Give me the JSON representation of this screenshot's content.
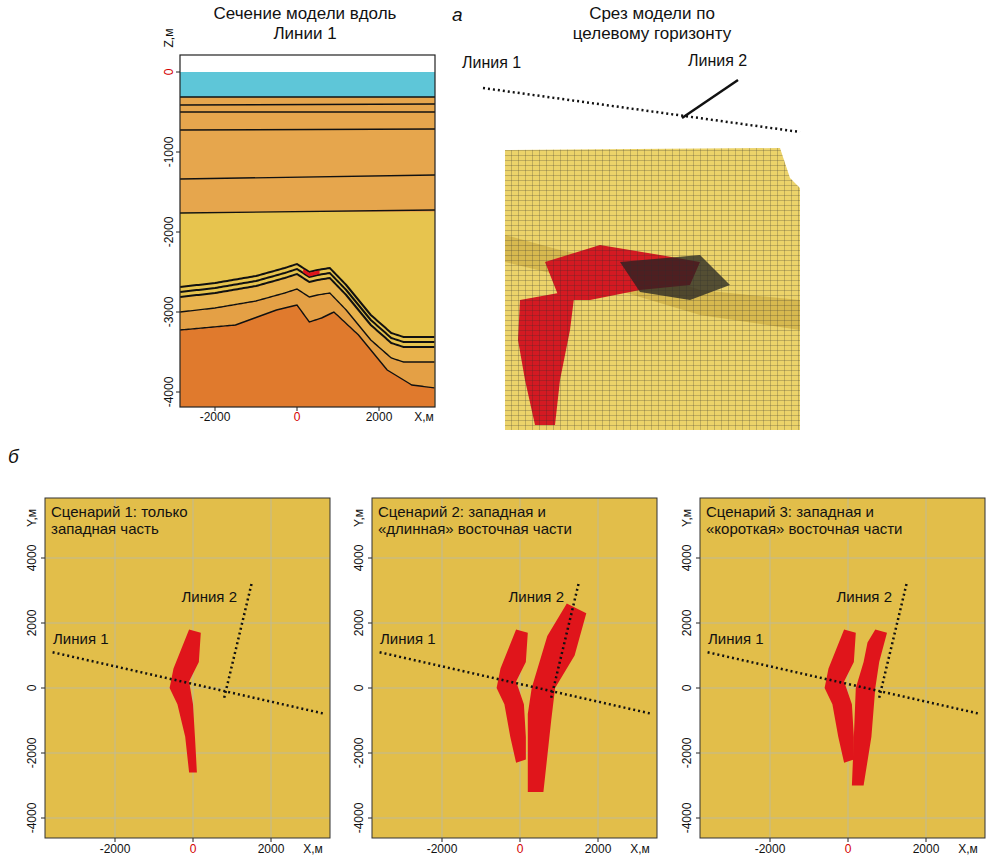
{
  "diagram": {
    "labels": [
      "а",
      "Сечение модели вдоль Линии 1",
      "Срез модели по целевому горизонту",
      "Z,м",
      "0",
      "-1000",
      "-2000",
      "-3000",
      "-4000",
      "-2000",
      "0",
      "2000",
      "X,м",
      "Линия 1",
      "Линия 2",
      "б",
      "Сценарий 1: только западная часть",
      "Линия 2",
      "Линия 1",
      "Y,м",
      "4000",
      "2000",
      "0",
      "-2000",
      "-4000",
      "-2000",
      "0",
      "2000",
      "X,м",
      "Сценарий 2: западная и «длинная» восточная части",
      "Линия 2",
      "Линия 1",
      "Y,м",
      "4000",
      "2000",
      "0",
      "-2000",
      "-4000",
      "-2000",
      "0",
      "2000",
      "X,м",
      "Сценарий 3: западная и «короткая» восточная части",
      "Линия 2",
      "Линия 1",
      "Y,м",
      "4000",
      "2000",
      "0",
      "-2000",
      "-4000",
      "-2000",
      "0",
      "2000",
      "X,м"
    ]
  }
}
